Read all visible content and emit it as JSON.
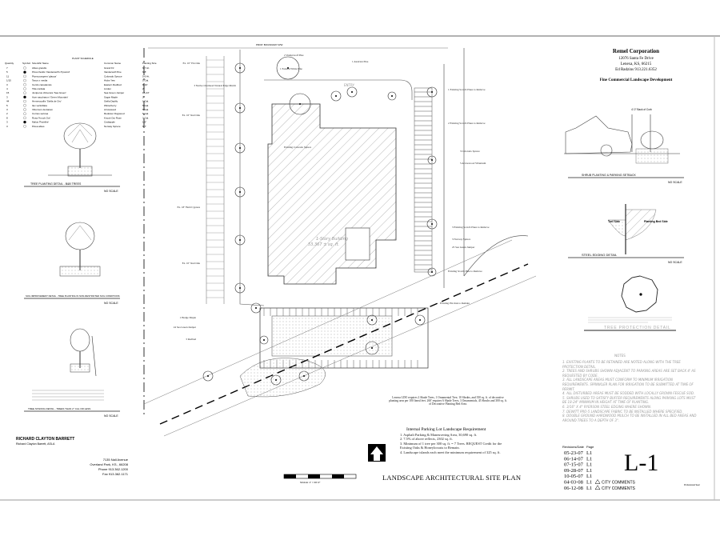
{
  "title_block": {
    "company": "Remel Corporation",
    "address1": "12076 Santa Fe Drive",
    "address2": "Lenexa, KS, 66215",
    "contact": "Ed Radzins   913.221.6352",
    "tagline": "Fine Commercial Landscape Development"
  },
  "details": {
    "shrub_setback": "SHRUB PLANTING & PARKING SETBACK",
    "steel_edging": "STEEL EDGING DETAIL",
    "tree_protection": "TREE PROTECTION DETAIL",
    "no_scale": "NO SCALE",
    "turf_side": "Turf Side",
    "planting_bed_side": "Planting Bed Side",
    "setback_dim": "4'-0\" Back of Curb",
    "tree_planting": "TREE PLANTING DETAIL - B&B TREES",
    "soil_tree": "SOIL IMPROVEMENT DETAIL - TREE PLANTING IN NON-RESTRICTED SOIL CONDITIONS",
    "tree_staking": "TREE STAKING DETAIL - TREES THAN 2\" CAL OR LESS"
  },
  "notes": {
    "heading": "NOTES",
    "items": [
      "1. EXISTING PLANTS TO BE RETAINED ARE NOTED ALONG WITH THE TREE PROTECTION DETAIL.",
      "2. TREES AND SHRUBS SHOWN ADJACENT TO PARKING AREAS ARE SET BACK 4' AS REQUESTED BY CODE.",
      "3. ALL LANDSCAPE AREAS MUST CONFORM TO MINIMUM IRRIGATION REQUIREMENTS. SPRINKLER PLAN FOR IRRIGATION TO BE SUBMITTED AT TIME OF PERMIT.",
      "4. ALL DISTURBED AREAS MUST BE SODDED WITH LOCALLY GROWN FESCUE SOD.",
      "5. SHRUBS USED TO SATISFY BUFFER REQUIREMENTS ALONG PARKING LOTS MUST BE 18-24\" MINIMUM IN HEIGHT AT TIME OF PLANTING.",
      "6. 3/16\" X 4\" RYERSON STEEL EDGING WHERE SHOWN.",
      "7. DEWITT PRO-5 LANDSCAPE FABRIC TO BE INSTALLED WHERE SPECIFIED.",
      "8. DOUBLE GROUND HARDWOOD MULCH TO BE INSTALLED IN ALL BED AREAS AND AROUND TREES TO A DEPTH OF 3\"."
    ]
  },
  "revisions": {
    "header_date": "Revisions/Date",
    "header_page": "Page",
    "rows": [
      {
        "date": "05-23-07",
        "page": "L1",
        "comment": ""
      },
      {
        "date": "06-14-07",
        "page": "L1",
        "comment": ""
      },
      {
        "date": "07-15-07",
        "page": "L1",
        "comment": ""
      },
      {
        "date": "09-28-07",
        "page": "L1",
        "comment": ""
      },
      {
        "date": "10-05-07",
        "page": "L1",
        "comment": ""
      },
      {
        "date": "04-03-08",
        "page": "L1",
        "comment": "CITY COMMENTS"
      },
      {
        "date": "06-12-08",
        "page": "L1",
        "comment": "CITY COMMENTS"
      }
    ],
    "sheet_number": "L-1",
    "seal_label": "Professional Seal"
  },
  "designer": {
    "name": "RICHARD CLAYTON BARRETT",
    "subtitle": "Richard Clayton Barrett, ASLA",
    "street": "7135 Nall Avenue",
    "city": "Overland Park, KS., 66208",
    "phone": "Phone 913.362.1200",
    "fax": "Fax 913.362.1171"
  },
  "plant_schedule": {
    "title": "PLANT SCHEDULE",
    "headers": [
      "Quantity",
      "Symbol",
      "Scientific Name",
      "Common Name",
      "Planting Size"
    ],
    "rows": [
      [
        "7",
        "Abies grandis",
        "Grand Fir",
        "6-7 Ht."
      ],
      [
        "5",
        "Pinus flexilis 'Vanderwolf's Pyramid'",
        "Vanderwolf Pine",
        "6-8'"
      ],
      [
        "11",
        "Picea pungens 'glauca'",
        "Colorado Spruce",
        "5-6 Ht."
      ],
      [
        "1/15",
        "Taxus x media",
        "Hicks Yew",
        "5 Gal."
      ],
      [
        "3",
        "Cercis canadensis",
        "Eastern Redbud",
        "8-10'"
      ],
      [
        "4",
        "Tilia cordata",
        "Linden",
        "2\""
      ],
      [
        "15",
        "Juniperus chinensis 'Sea Green'",
        "Sea Green Juniper",
        "18-24\""
      ],
      [
        "3",
        "Acer saccharum 'Green Mountain'",
        "Sugar Maple",
        "2\""
      ],
      [
        "44",
        "Hemerocallis 'Stella de Oro'",
        "Stella Daylily",
        "1 Gal."
      ],
      [
        "5",
        "Ilex verticillata",
        "Winterberry",
        "5 Gal."
      ],
      [
        "3",
        "Viburnum dentatum",
        "Arrowwood",
        "5 Gal."
      ],
      [
        "2",
        "Cornus sericea",
        "Redosier Dogwood",
        "5 Gal."
      ],
      [
        "8",
        "Rosa 'Knock Out'",
        "Knock Out Rose",
        "3 Gal."
      ],
      [
        "3",
        "Malus 'Prairifire'",
        "Crabapple",
        "1.5\""
      ],
      [
        "3",
        "Picea abies",
        "Norway Spruce",
        "6-7'"
      ]
    ]
  },
  "site_plan": {
    "title": "LANDSCAPE ARCHITECTURAL SITE PLAN",
    "scale_label": "SCALE: 1\" = 30'-0\"",
    "street": "PROP. BOUNDARY R/W",
    "building_label": "1-Story Building",
    "building_area": "53,367 ± sq. ft.",
    "entrance": "ENTRY",
    "labels": [
      "1 Existing Scotch Pines to Remove",
      "2 Existing Scotch Pines to Remove",
      "1 Austrian Pine",
      "2 Vanderwolf Pine",
      "1 Eastern White Pine",
      "3 Native Overhead Natural Edge Mulch",
      "Existing Colorado Spruce",
      "3 Colorado Spruce",
      "5 Arrowwood Viburnum",
      "3 Existing Scotch Pines to Remove",
      "3 Norway Spruce",
      "25 Sea Green Juniper",
      "Existing Scotch Pine to Remove",
      "Existing Pin Oak to Remain",
      "1 Hedge Maple",
      "24 Sea Green Juniper",
      "3 Redbud",
      "Ex. 10\" Pin Oak",
      "Ex. 16\" Red Oak",
      "Ex. 18\" Bald Cypress",
      "Ex. 10\" Red Oak"
    ],
    "buffer_note": "Lenexa LDO requires 2 Shade Trees, 1 Ornamental Tree, 10 Shrubs, and 350 sq. ft. of decorative planting area per 100 lineal feet. 260' requires 6 Shade Trees, 3 Ornamentals, 45 Shrubs and 300 sq. ft. of Decorative Planting Bed Area.",
    "parking_heading": "Internal Parking Lot Landscape Requirement",
    "parking_items": [
      "1. Asphalt Parking & Maneuvering Area, 30,690 sq. ft.",
      "2. 7.5% of above reflects, 2302 sq. ft.",
      "3. Minimum of 1 tree per 300 sq. ft. = 7 Trees. REQUEST Credit for the Existing Oaks & Honeylocusts to Remain.",
      "4. Landscape islands each meet the minimum requirement of 325 sq. ft."
    ]
  }
}
